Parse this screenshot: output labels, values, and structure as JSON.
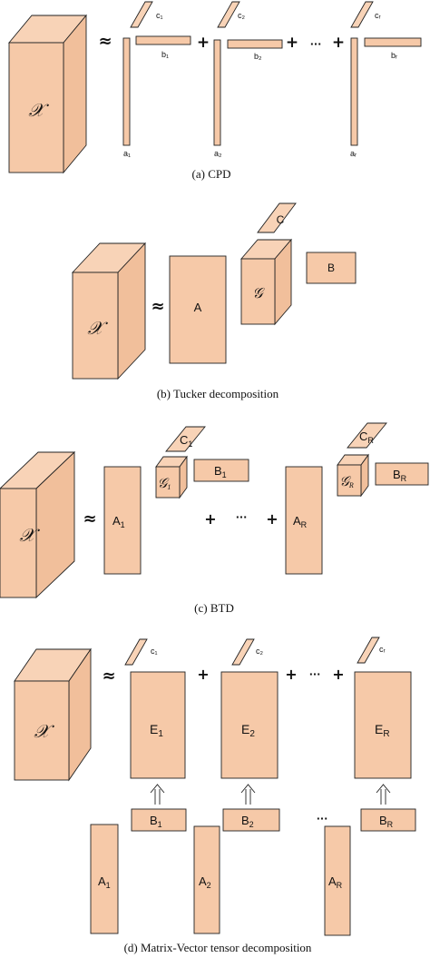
{
  "colors": {
    "front": "#f6c9a8",
    "top": "#f8d3b7",
    "side": "#f1bf9b",
    "stroke": "#222222"
  },
  "symbols": {
    "tensor": "𝒳",
    "core": "𝒢",
    "approx": "≈",
    "plus": "+",
    "dots": "···"
  },
  "cpd": {
    "caption": "(a)  CPD",
    "c_labels": [
      "c₁",
      "c₂",
      "cᵣ"
    ],
    "b_labels": [
      "b₁",
      "b₂",
      "bᵣ"
    ],
    "a_labels": [
      "a₁",
      "a₂",
      "aᵣ"
    ]
  },
  "tucker": {
    "caption": "(b)  Tucker decomposition",
    "A": "A",
    "B": "B",
    "C": "C"
  },
  "btd": {
    "caption": "(c)  BTD",
    "C1": "C",
    "C1_sub": "1",
    "CR": "C",
    "CR_sub": "R",
    "B1": "B",
    "B1_sub": "1",
    "BR": "B",
    "BR_sub": "R",
    "A1": "A",
    "A1_sub": "1",
    "AR": "A",
    "AR_sub": "R",
    "G1_sub": "1",
    "GR_sub": "R"
  },
  "mvtd": {
    "caption": "(d)  Matrix-Vector tensor decomposition",
    "c_labels": [
      "c₁",
      "c₂",
      "cᵣ"
    ],
    "E": [
      {
        "t": "E",
        "s": "1"
      },
      {
        "t": "E",
        "s": "2"
      },
      {
        "t": "E",
        "s": "R"
      }
    ],
    "B": [
      {
        "t": "B",
        "s": "1"
      },
      {
        "t": "B",
        "s": "2"
      },
      {
        "t": "B",
        "s": "R"
      }
    ],
    "A": [
      {
        "t": "A",
        "s": "1"
      },
      {
        "t": "A",
        "s": "2"
      },
      {
        "t": "A",
        "s": "R"
      }
    ]
  }
}
